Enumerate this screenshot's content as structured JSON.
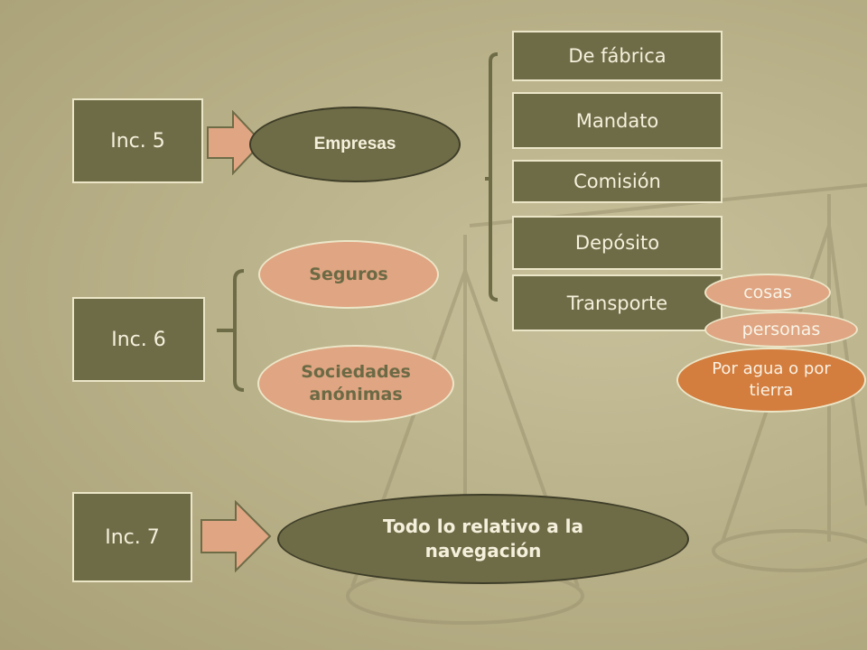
{
  "colors": {
    "dark_box": "#6e6c47",
    "salmon": "#e0a582",
    "orange": "#d37d3e",
    "background": "#bab28a",
    "bracket": "#6e6c47"
  },
  "icons": {
    "arrow_1": "right-arrow-icon",
    "arrow_2": "right-arrow-icon"
  },
  "incisos": {
    "inc5": "Inc. 5",
    "inc6": "Inc. 6",
    "inc7": "Inc. 7"
  },
  "empresas": {
    "label": "Empresas",
    "types": [
      "De fábrica",
      "Mandato",
      "Comisión",
      "Depósito",
      "Transporte"
    ]
  },
  "transporte_details": {
    "cosas": "cosas",
    "personas": "personas",
    "medio": "Por agua o por tierra"
  },
  "inc6_items": {
    "seguros": "Seguros",
    "sociedades": "Sociedades anónimas"
  },
  "navegacion": {
    "label": "Todo lo relativo a la navegación"
  }
}
